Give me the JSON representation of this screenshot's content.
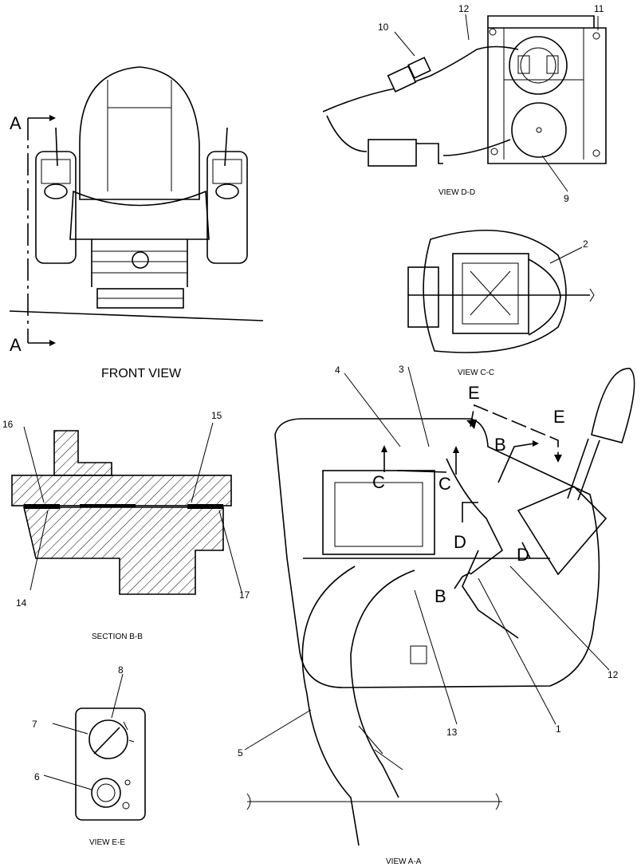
{
  "views": {
    "front": "FRONT VIEW",
    "dd": "VIEW D-D",
    "cc": "VIEW C-C",
    "bb": "SECTION B-B",
    "ee": "VIEW E-E",
    "aa": "VIEW A-A"
  },
  "section_letters": {
    "a": "A",
    "b": "B",
    "c": "C",
    "d": "D",
    "e": "E"
  },
  "callouts": {
    "c1": "1",
    "c2": "2",
    "c3": "3",
    "c4": "4",
    "c5": "5",
    "c6": "6",
    "c7": "7",
    "c8": "8",
    "c9": "9",
    "c10": "10",
    "c11": "11",
    "c12": "12",
    "c13": "13",
    "c14": "14",
    "c15": "15",
    "c16": "16",
    "c17": "17"
  }
}
